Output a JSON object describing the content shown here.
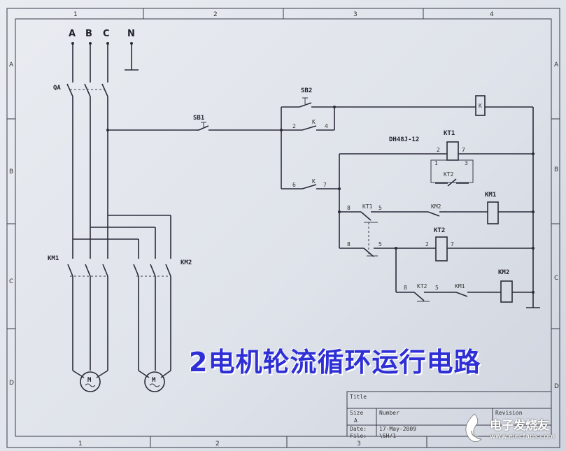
{
  "border": {
    "top_cols": [
      "1",
      "2",
      "3",
      "4"
    ],
    "bottom_cols": [
      "1",
      "2",
      "3"
    ],
    "left_rows": [
      "A",
      "B",
      "C",
      "D"
    ],
    "right_rows": [
      "A",
      "B",
      "C",
      "D"
    ]
  },
  "phases": [
    "A",
    "B",
    "C",
    "N"
  ],
  "labels": {
    "qa": "QA",
    "sb1": "SB1",
    "sb2": "SB2",
    "dh48j": "DH48J-12",
    "kt1": "KT1",
    "kt2": "KT2",
    "km1": "KM1",
    "km2": "KM2",
    "motor_symbol": "M",
    "pin_1": "1",
    "pin_2": "2",
    "pin_3": "3",
    "pin_4": "4",
    "pin_5": "5",
    "pin_6": "6",
    "pin_7": "7",
    "pin_8": "8",
    "k": "K"
  },
  "title_block": {
    "title": "Title",
    "size": "Size",
    "size_value": "A",
    "number": "Number",
    "revision": "Revision",
    "date": "Date:",
    "date_value": "17-May-2009",
    "file": "File:",
    "file_value": "\\SH/1"
  },
  "caption": "2电机轮流循环运行电路",
  "watermark": {
    "name": "电子发烧友",
    "url": "www.elecfans.com"
  }
}
